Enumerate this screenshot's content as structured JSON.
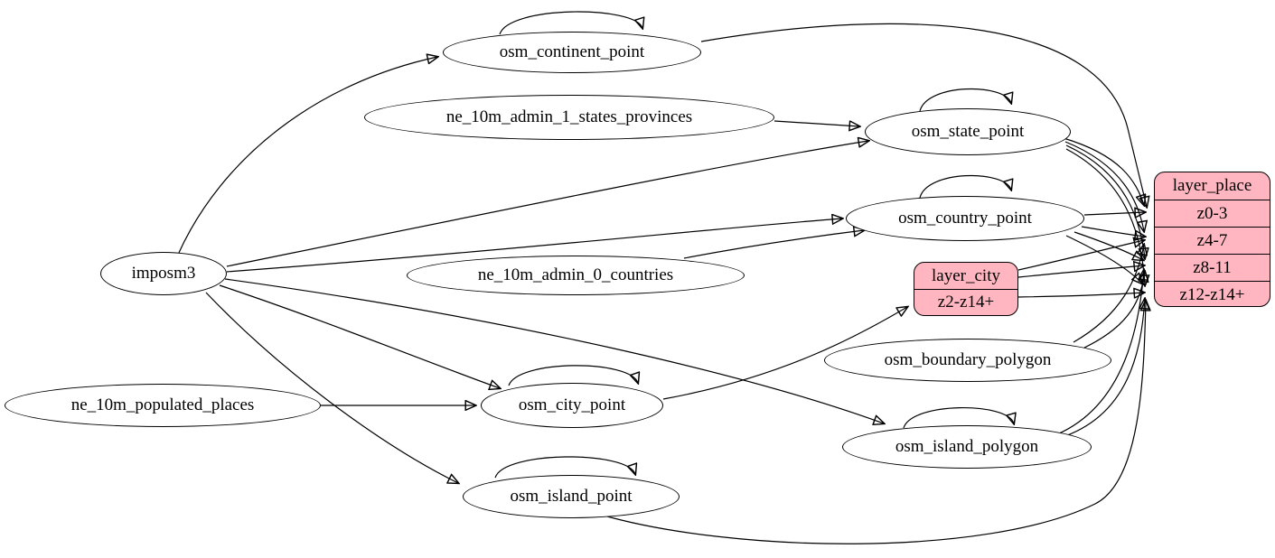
{
  "diagram": {
    "kind": "etl-graph",
    "colors": {
      "background": "#ffffff",
      "table_fill": "#ffffff",
      "layer_fill": "#ffb6c1",
      "stroke": "#000000"
    },
    "tables": {
      "imposm3": "imposm3",
      "osm_continent_point": "osm_continent_point",
      "ne_10m_admin_1_states_provinces": "ne_10m_admin_1_states_provinces",
      "osm_state_point": "osm_state_point",
      "osm_country_point": "osm_country_point",
      "ne_10m_admin_0_countries": "ne_10m_admin_0_countries",
      "osm_boundary_polygon": "osm_boundary_polygon",
      "osm_city_point": "osm_city_point",
      "osm_island_polygon": "osm_island_polygon",
      "ne_10m_populated_places": "ne_10m_populated_places",
      "osm_island_point": "osm_island_point"
    },
    "records": {
      "layer_city": {
        "title": "layer_city",
        "rows": [
          "z2-z14+"
        ]
      },
      "layer_place": {
        "title": "layer_place",
        "rows": [
          "z0-3",
          "z4-7",
          "z8-11",
          "z12-z14+"
        ]
      }
    },
    "edges": [
      {
        "from": "imposm3",
        "to": "osm_continent_point"
      },
      {
        "from": "imposm3",
        "to": "osm_state_point"
      },
      {
        "from": "imposm3",
        "to": "osm_country_point"
      },
      {
        "from": "imposm3",
        "to": "osm_city_point"
      },
      {
        "from": "imposm3",
        "to": "osm_island_point"
      },
      {
        "from": "imposm3",
        "to": "osm_island_polygon"
      },
      {
        "from": "ne_10m_admin_1_states_provinces",
        "to": "osm_state_point"
      },
      {
        "from": "ne_10m_admin_0_countries",
        "to": "osm_country_point"
      },
      {
        "from": "ne_10m_populated_places",
        "to": "osm_city_point"
      },
      {
        "from": "osm_continent_point",
        "to": "osm_continent_point"
      },
      {
        "from": "osm_state_point",
        "to": "osm_state_point"
      },
      {
        "from": "osm_country_point",
        "to": "osm_country_point"
      },
      {
        "from": "osm_city_point",
        "to": "osm_city_point"
      },
      {
        "from": "osm_island_point",
        "to": "osm_island_point"
      },
      {
        "from": "osm_island_polygon",
        "to": "osm_island_polygon"
      },
      {
        "from": "osm_continent_point",
        "to": "layer_place",
        "row": "z0-3"
      },
      {
        "from": "osm_state_point",
        "to": "layer_place",
        "row": "z0-3"
      },
      {
        "from": "osm_state_point",
        "to": "layer_place",
        "row": "z4-7"
      },
      {
        "from": "osm_state_point",
        "to": "layer_place",
        "row": "z8-11"
      },
      {
        "from": "osm_state_point",
        "to": "layer_place",
        "row": "z12-z14+"
      },
      {
        "from": "osm_country_point",
        "to": "layer_place",
        "row": "z0-3"
      },
      {
        "from": "osm_country_point",
        "to": "layer_place",
        "row": "z4-7"
      },
      {
        "from": "osm_country_point",
        "to": "layer_place",
        "row": "z8-11"
      },
      {
        "from": "osm_country_point",
        "to": "layer_place",
        "row": "z12-z14+"
      },
      {
        "from": "osm_city_point",
        "to": "layer_city",
        "row": "z2-z14+"
      },
      {
        "from": "layer_city",
        "to": "layer_place",
        "row": "z4-7"
      },
      {
        "from": "layer_city",
        "to": "layer_place",
        "row": "z8-11"
      },
      {
        "from": "layer_city",
        "to": "layer_place",
        "row": "z12-z14+"
      },
      {
        "from": "osm_boundary_polygon",
        "to": "layer_place",
        "row": "z4-7"
      },
      {
        "from": "osm_boundary_polygon",
        "to": "layer_place",
        "row": "z8-11"
      },
      {
        "from": "osm_island_polygon",
        "to": "layer_place",
        "row": "z8-11"
      },
      {
        "from": "osm_island_polygon",
        "to": "layer_place",
        "row": "z12-z14+"
      },
      {
        "from": "osm_island_point",
        "to": "layer_place",
        "row": "z12-z14+"
      }
    ]
  }
}
